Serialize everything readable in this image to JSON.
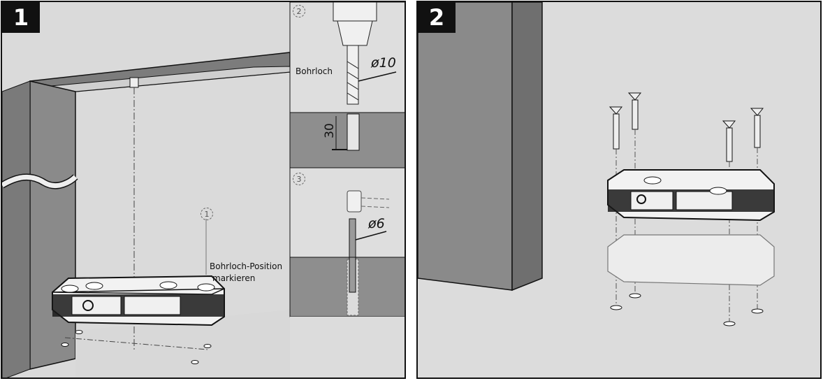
{
  "steps": [
    {
      "number": "1",
      "callout_1": "1",
      "mark_label_line1": "Bohrloch-Position",
      "mark_label_line2": "markieren",
      "inset_drill": {
        "number": "2",
        "label": "Bohrloch",
        "diameter": "ø10",
        "depth": "30"
      },
      "inset_dowel": {
        "number": "3",
        "diameter": "ø6"
      }
    },
    {
      "number": "2"
    }
  ],
  "colors": {
    "background": "#dcdcdc",
    "wall": "#8a8a8a",
    "wall_dark": "#6f6f6f",
    "frame": "#111111"
  }
}
